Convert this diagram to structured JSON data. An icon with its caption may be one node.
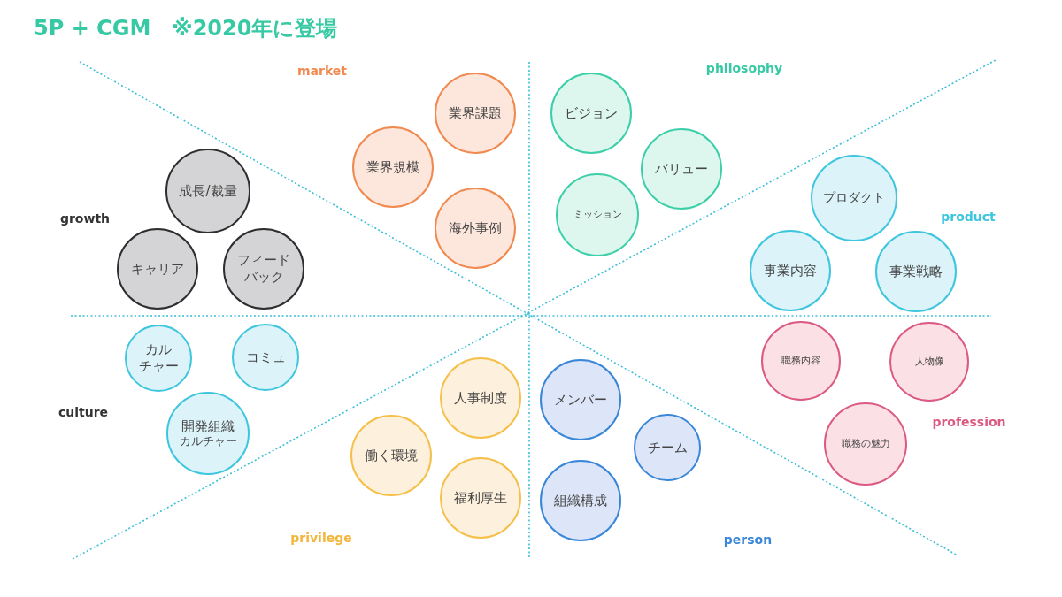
{
  "diagram": {
    "title": "5P + CGM　※2020年に登場",
    "nodes": [
      {
        "text": [
          "業界課題"
        ]
      },
      {
        "text": [
          "業界規模"
        ]
      },
      {
        "text": [
          "海外事例"
        ]
      },
      {
        "text": [
          "ビジョン"
        ]
      },
      {
        "text": [
          "バリュー"
        ]
      },
      {
        "text": [
          "ミッション"
        ]
      },
      {
        "text": [
          "成長/裁量"
        ]
      },
      {
        "text": [
          "キャリア"
        ]
      },
      {
        "text": [
          "フィードバック"
        ]
      },
      {
        "text": [
          "プロダクト"
        ]
      },
      {
        "text": [
          "事業内容"
        ]
      },
      {
        "text": [
          "事業戦略"
        ]
      },
      {
        "text": [
          "カルチャー"
        ]
      },
      {
        "text": [
          "コミュ"
        ]
      },
      {
        "text": [
          "開発組織",
          "カルチャー"
        ]
      },
      {
        "text": [
          "人事制度"
        ]
      },
      {
        "text": [
          "働く環境"
        ]
      },
      {
        "text": [
          "福利厚生"
        ]
      },
      {
        "text": [
          "メンバー"
        ]
      },
      {
        "text": [
          "チーム"
        ]
      },
      {
        "text": [
          "組織構成"
        ]
      },
      {
        "text": [
          "職務内容"
        ]
      },
      {
        "text": [
          "人物像"
        ]
      },
      {
        "text": [
          "職務の魅力"
        ]
      }
    ],
    "labels": [
      "market",
      "philosophy",
      "growth",
      "product",
      "culture",
      "profession",
      "privilege",
      "person"
    ]
  }
}
